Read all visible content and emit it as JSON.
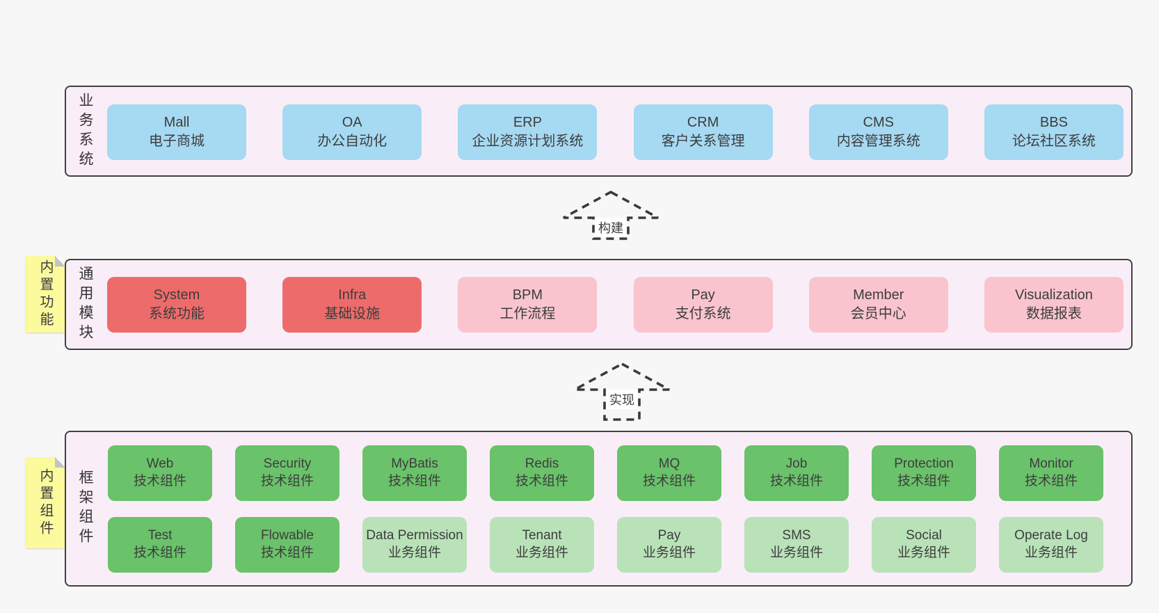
{
  "colors": {
    "panel_bg": "#f9eef7",
    "panel_border": "#414141",
    "blue": "#a6d9f2",
    "red": "#ee6b6b",
    "pink": "#f9c4cd",
    "green_dark": "#6ac26a",
    "green_light": "#b9e2b9",
    "yellow": "#fbfa9d",
    "fold": "#c4c4c4",
    "arrow": "#3a3a3a"
  },
  "layer1": {
    "label": "业务系统",
    "boxes": [
      {
        "en": "Mall",
        "zh": "电子商城"
      },
      {
        "en": "OA",
        "zh": "办公自动化"
      },
      {
        "en": "ERP",
        "zh": "企业资源计划系统"
      },
      {
        "en": "CRM",
        "zh": "客户关系管理"
      },
      {
        "en": "CMS",
        "zh": "内容管理系统"
      },
      {
        "en": "BBS",
        "zh": "论坛社区系统"
      }
    ]
  },
  "arrows": {
    "build": "构建",
    "implement": "实现"
  },
  "layer2": {
    "note": "内置功能",
    "label": "通用模块",
    "boxes": [
      {
        "en": "System",
        "zh": "系统功能"
      },
      {
        "en": "Infra",
        "zh": "基础设施"
      },
      {
        "en": "BPM",
        "zh": "工作流程"
      },
      {
        "en": "Pay",
        "zh": "支付系统"
      },
      {
        "en": "Member",
        "zh": "会员中心"
      },
      {
        "en": "Visualization",
        "zh": "数据报表"
      }
    ]
  },
  "layer3": {
    "note": "内置组件",
    "label": "框架组件",
    "row1": [
      {
        "en": "Web",
        "zh": "技术组件"
      },
      {
        "en": "Security",
        "zh": "技术组件"
      },
      {
        "en": "MyBatis",
        "zh": "技术组件"
      },
      {
        "en": "Redis",
        "zh": "技术组件"
      },
      {
        "en": "MQ",
        "zh": "技术组件"
      },
      {
        "en": "Job",
        "zh": "技术组件"
      },
      {
        "en": "Protection",
        "zh": "技术组件"
      },
      {
        "en": "Monitor",
        "zh": "技术组件"
      }
    ],
    "row2": [
      {
        "en": "Test",
        "zh": "技术组件"
      },
      {
        "en": "Flowable",
        "zh": "技术组件"
      },
      {
        "en": "Data Permission",
        "zh": "业务组件"
      },
      {
        "en": "Tenant",
        "zh": "业务组件"
      },
      {
        "en": "Pay",
        "zh": "业务组件"
      },
      {
        "en": "SMS",
        "zh": "业务组件"
      },
      {
        "en": "Social",
        "zh": "业务组件"
      },
      {
        "en": "Operate Log",
        "zh": "业务组件"
      }
    ]
  }
}
